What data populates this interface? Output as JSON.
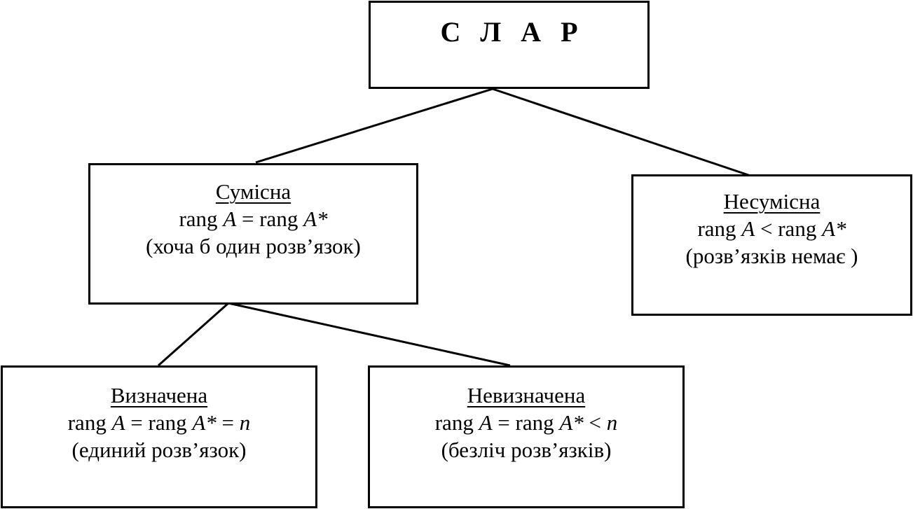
{
  "root": {
    "title": "С Л А Р"
  },
  "consistent": {
    "heading": "Сумісна",
    "condition": {
      "lhs_op": "rang",
      "lhs_var": "A",
      "relation": "=",
      "rhs_op": "rang",
      "rhs_var": "A*"
    },
    "note": "(хоча б один розв’язок)"
  },
  "inconsistent": {
    "heading": "Несумісна",
    "condition": {
      "lhs_op": "rang",
      "lhs_var": "A",
      "relation": "<",
      "rhs_op": "rang",
      "rhs_var": "A*"
    },
    "note": "(розв’язків немає )"
  },
  "determinate": {
    "heading": "Визначена",
    "condition": {
      "lhs_op": "rang",
      "lhs_var": "A",
      "relation": "=",
      "rhs_op": "rang",
      "rhs_var": "A*",
      "relation2": "=",
      "n_var": "n"
    },
    "note": "(единий розв’язок)"
  },
  "indeterminate": {
    "heading": "Невизначена",
    "condition": {
      "lhs_op": "rang",
      "lhs_var": "A",
      "relation": "=",
      "rhs_op": "rang",
      "rhs_var": "A*",
      "relation2": "<",
      "n_var": "n"
    },
    "note": "(безліч розв’язків)"
  },
  "style": {
    "line_color": "#000000",
    "box_border_color": "#000000",
    "background": "#ffffff"
  }
}
